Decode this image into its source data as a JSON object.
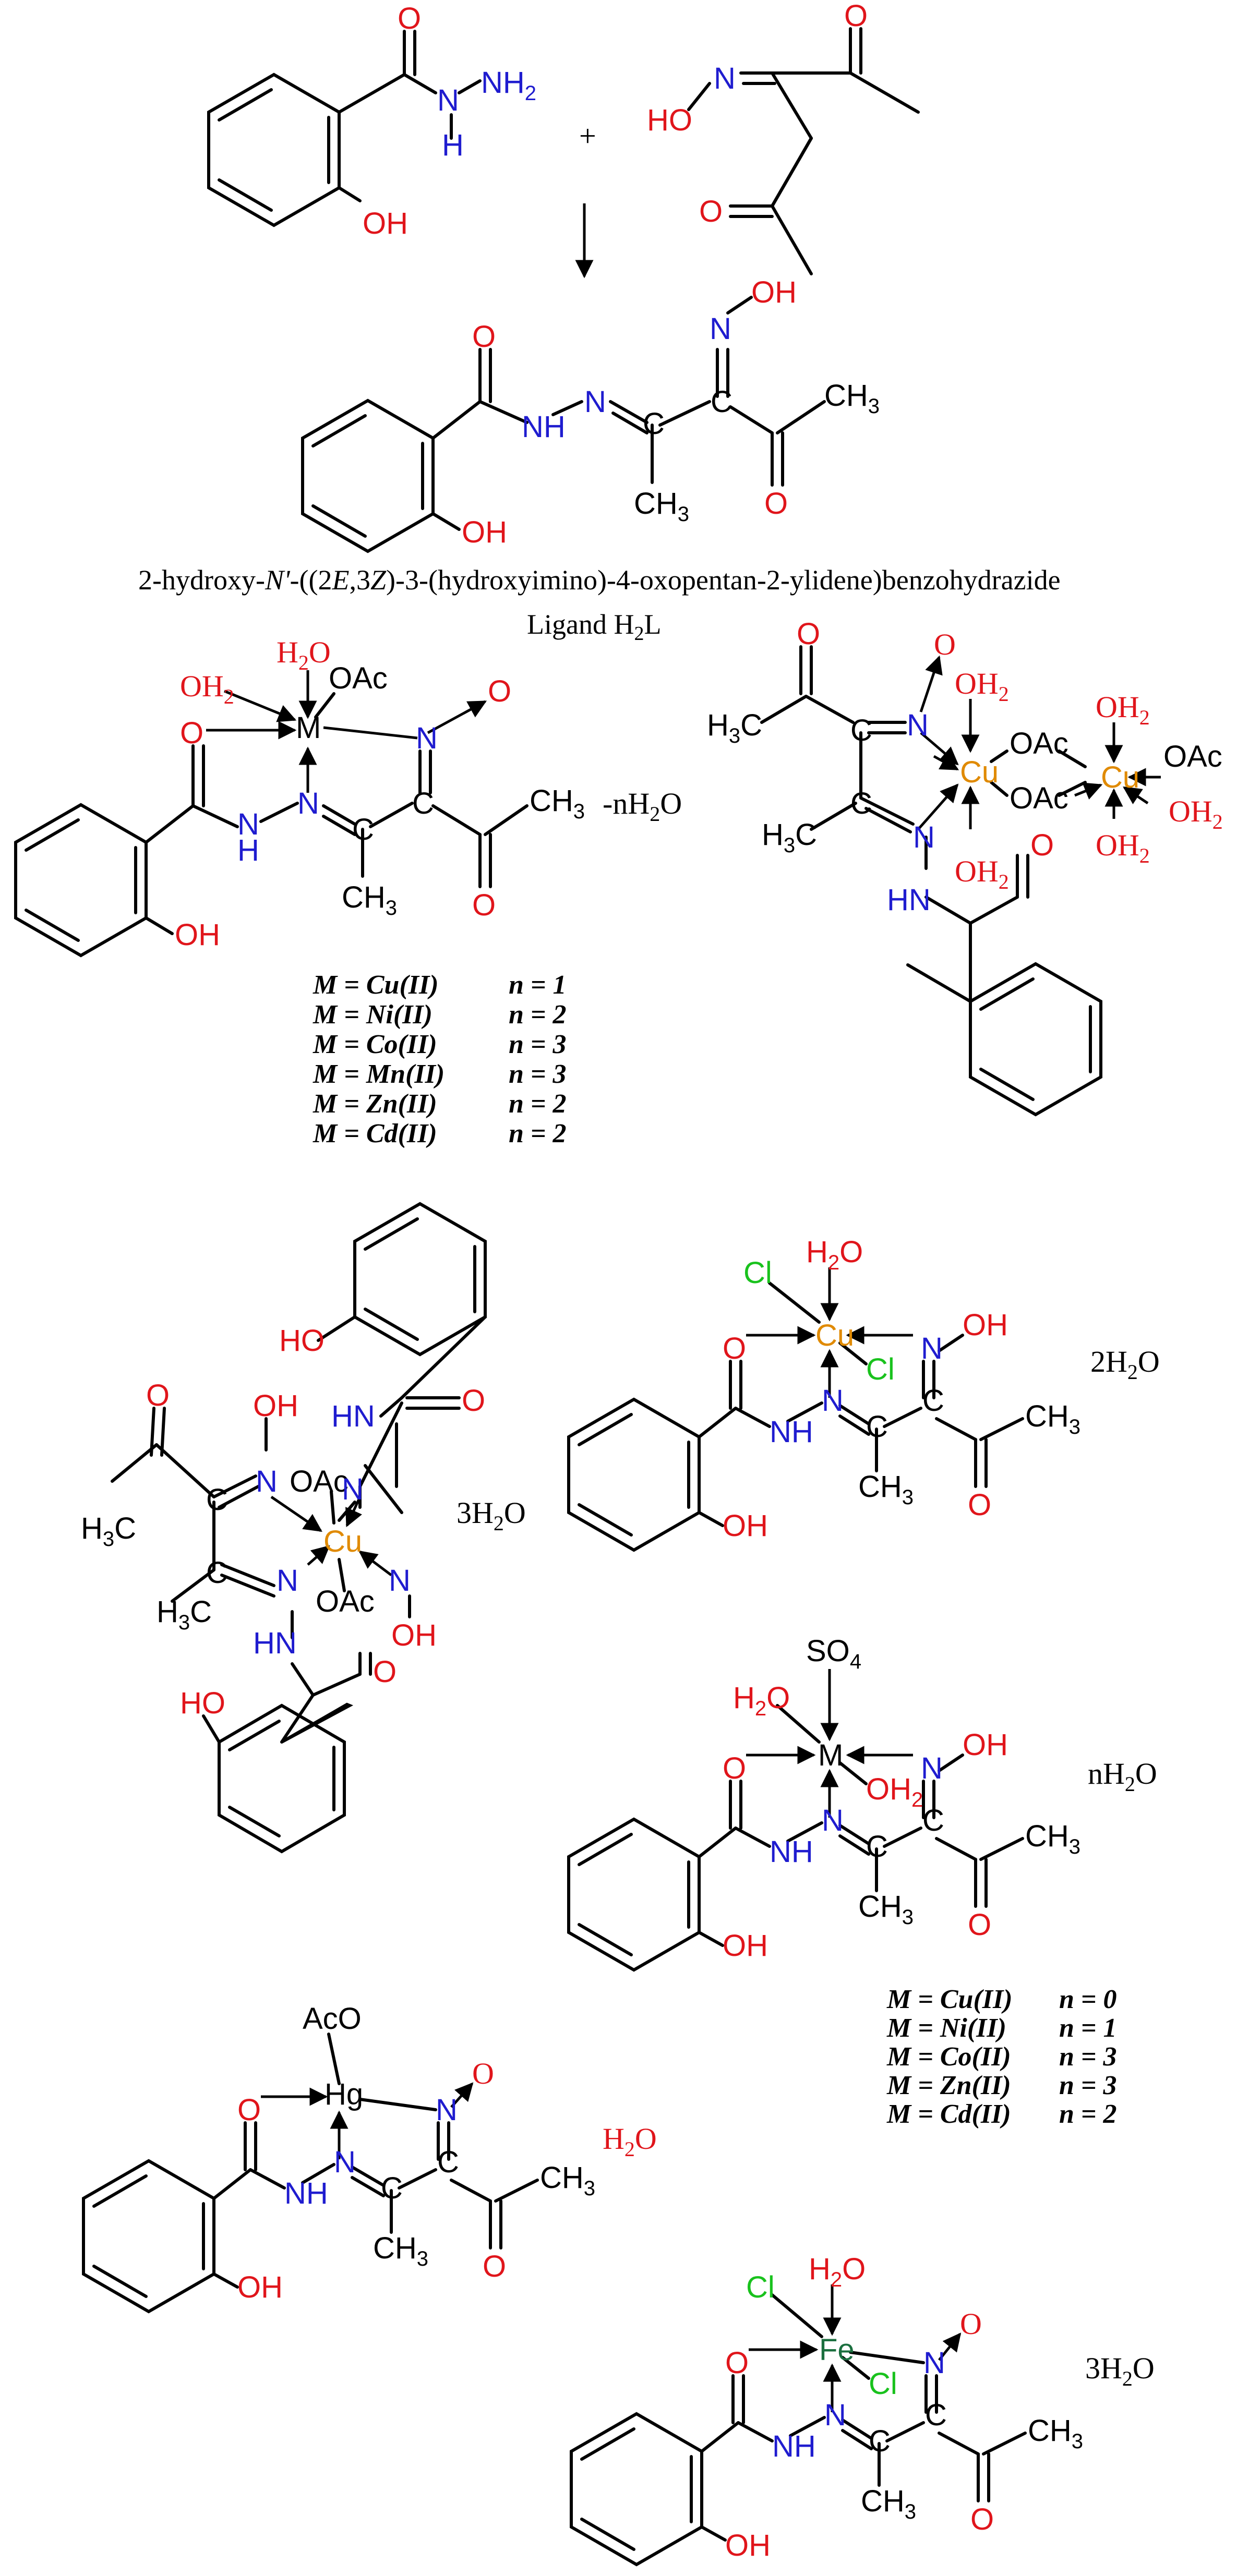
{
  "colors": {
    "O": "#e0151b",
    "N": "#1f1ccf",
    "Cu": "#e08a00",
    "Cl": "#19c21d",
    "Fe": "#1b6f3f",
    "text": "#000000"
  },
  "labels": {
    "O": "O",
    "N": "N",
    "NH": "NH",
    "NH2": "NH",
    "H": "H",
    "two": "2",
    "OH": "OH",
    "HO": "HO",
    "C": "C",
    "CH3": "CH",
    "three": "3",
    "H3C": "H",
    "H3C_tail": "C",
    "OAc": "OAc",
    "AcO": "AcO",
    "Cl": "Cl",
    "SO4": "SO",
    "four": "4",
    "M": "M",
    "Cu": "Cu",
    "Fe": "Fe",
    "Hg": "Hg",
    "H2O_a": "H",
    "H2O_b": "O",
    "OH2_a": "OH",
    "plus": "+"
  },
  "text": {
    "ligand_name_1": "2-hydroxy-",
    "ligand_name_2": "N'",
    "ligand_name_3": "-((2",
    "ligand_name_4": "E",
    "ligand_name_5": ",3",
    "ligand_name_6": "Z",
    "ligand_name_7": ")-3-(hydroxyimino)-4-oxopentan-2-ylidene)benzohydrazide",
    "ligand_label_1": "Ligand H",
    "ligand_label_2": "2",
    "ligand_label_3": "L",
    "n_h2o_1": "-nH",
    "n_h2o_2": "2",
    "n_h2o_3": "O",
    "three_h2o_1": "3H",
    "three_h2o_2": "2",
    "three_h2o_3": "O",
    "two_h2o_1": "2H",
    "two_h2o_2": "2",
    "two_h2o_3": "O",
    "nh2o_1": "nH",
    "nh2o_2": "2",
    "nh2o_3": "O",
    "h2o_1": "H",
    "h2o_2": "2",
    "h2o_3": "O",
    "three_h2o_fe_1": "3H",
    "three_h2o_fe_2": "2",
    "three_h2o_fe_3": "O"
  },
  "table1": [
    {
      "m": "M = Cu(II)",
      "n": "n = 1"
    },
    {
      "m": "M = Ni(II)",
      "n": "n = 2"
    },
    {
      "m": "M = Co(II)",
      "n": "n = 3"
    },
    {
      "m": "M = Mn(II)",
      "n": "n = 3"
    },
    {
      "m": "M = Zn(II)",
      "n": "n = 2"
    },
    {
      "m": "M = Cd(II)",
      "n": "n = 2"
    }
  ],
  "table2": [
    {
      "m": "M = Cu(II)",
      "n": "n = 0"
    },
    {
      "m": "M = Ni(II)",
      "n": "n = 1"
    },
    {
      "m": "M = Co(II)",
      "n": "n = 3"
    },
    {
      "m": "M = Zn(II)",
      "n": "n = 3"
    },
    {
      "m": "M = Cd(II)",
      "n": "n = 2"
    }
  ]
}
